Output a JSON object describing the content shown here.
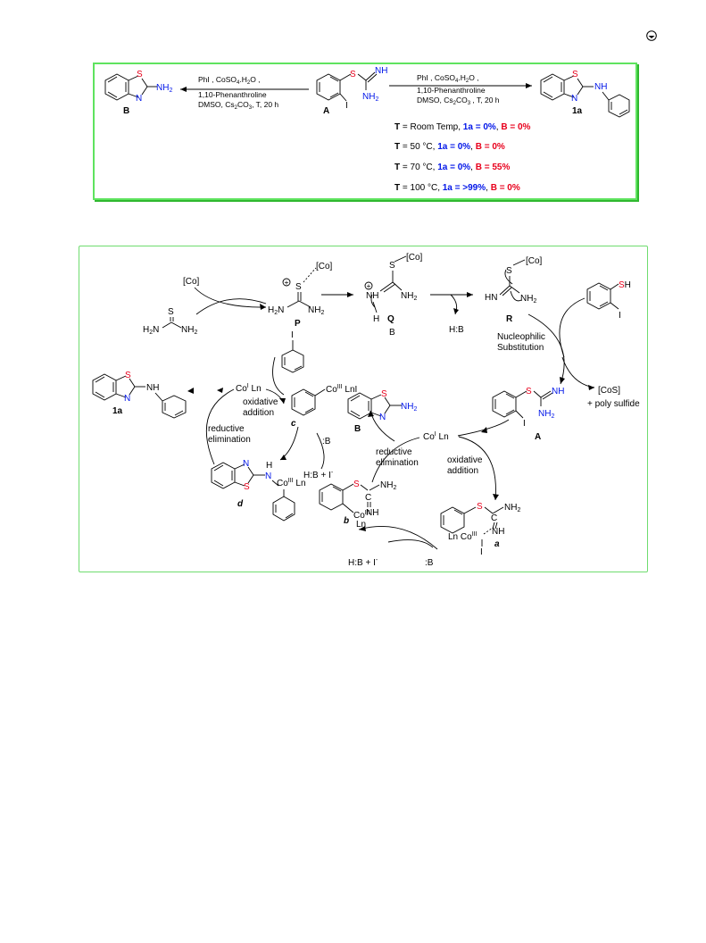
{
  "page_icon": "pen-nib-circle-icon",
  "top_scheme": {
    "compound_B": "B",
    "compound_A": "A",
    "compound_1a": "1a",
    "left_conditions": [
      "PhI , CoSO4.H2O ,",
      "1,10-Phenanthroline",
      "DMSO, Cs2CO3, T, 20 h"
    ],
    "right_conditions": [
      "PhI , CoSO4.H2O ,",
      "1,10-Phenanthroline",
      "DMSO, Cs2CO3 , T, 20 h"
    ],
    "results": [
      {
        "t": "T",
        "cond": " = Room Temp, ",
        "a": "1a = 0%",
        "sep": ", ",
        "b": "B = 0%"
      },
      {
        "t": "T",
        "cond": " =  50 °C, ",
        "a": "1a = 0%",
        "sep": ", ",
        "b": "B = 0%"
      },
      {
        "t": "T",
        "cond": " =  70 °C, ",
        "a": "1a = 0%",
        "sep": ", ",
        "b": "B = 55%"
      },
      {
        "t": "T",
        "cond": " =  100 °C, ",
        "a": "1a = >99%",
        "sep": ", ",
        "b": "B = 0%"
      }
    ]
  },
  "mechanism": {
    "co": "[Co]",
    "thiourea_left": "H2N",
    "thiourea_right": "NH2",
    "P": "P",
    "Q": "Q",
    "R": "R",
    "base_B": "B",
    "hb": "H:B",
    "nucleophilic": [
      "Nucleophilic",
      "Substitution"
    ],
    "cos": "[CoS]",
    "polysulfide": "+ poly sulfide",
    "A": "A",
    "B": "B",
    "c": "c",
    "d": "d",
    "a": "a",
    "b": "b",
    "one_a": "1a",
    "coi_ln_top": "CoI Ln",
    "coi_ln_right": "CoI Ln",
    "oxidative_addition_top": [
      "oxidative",
      "addition"
    ],
    "oxidative_addition_right": [
      "oxidative",
      "addition"
    ],
    "reductive_elim_left": [
      "reductive",
      "elimination"
    ],
    "reductive_elim_mid": [
      "reductive",
      "elimination"
    ],
    "base_colon": ":B",
    "hb_i_mid": "H:B  +  I",
    "hb_i_bottom": "H:B  +  I",
    "base_bottom": ":B"
  }
}
